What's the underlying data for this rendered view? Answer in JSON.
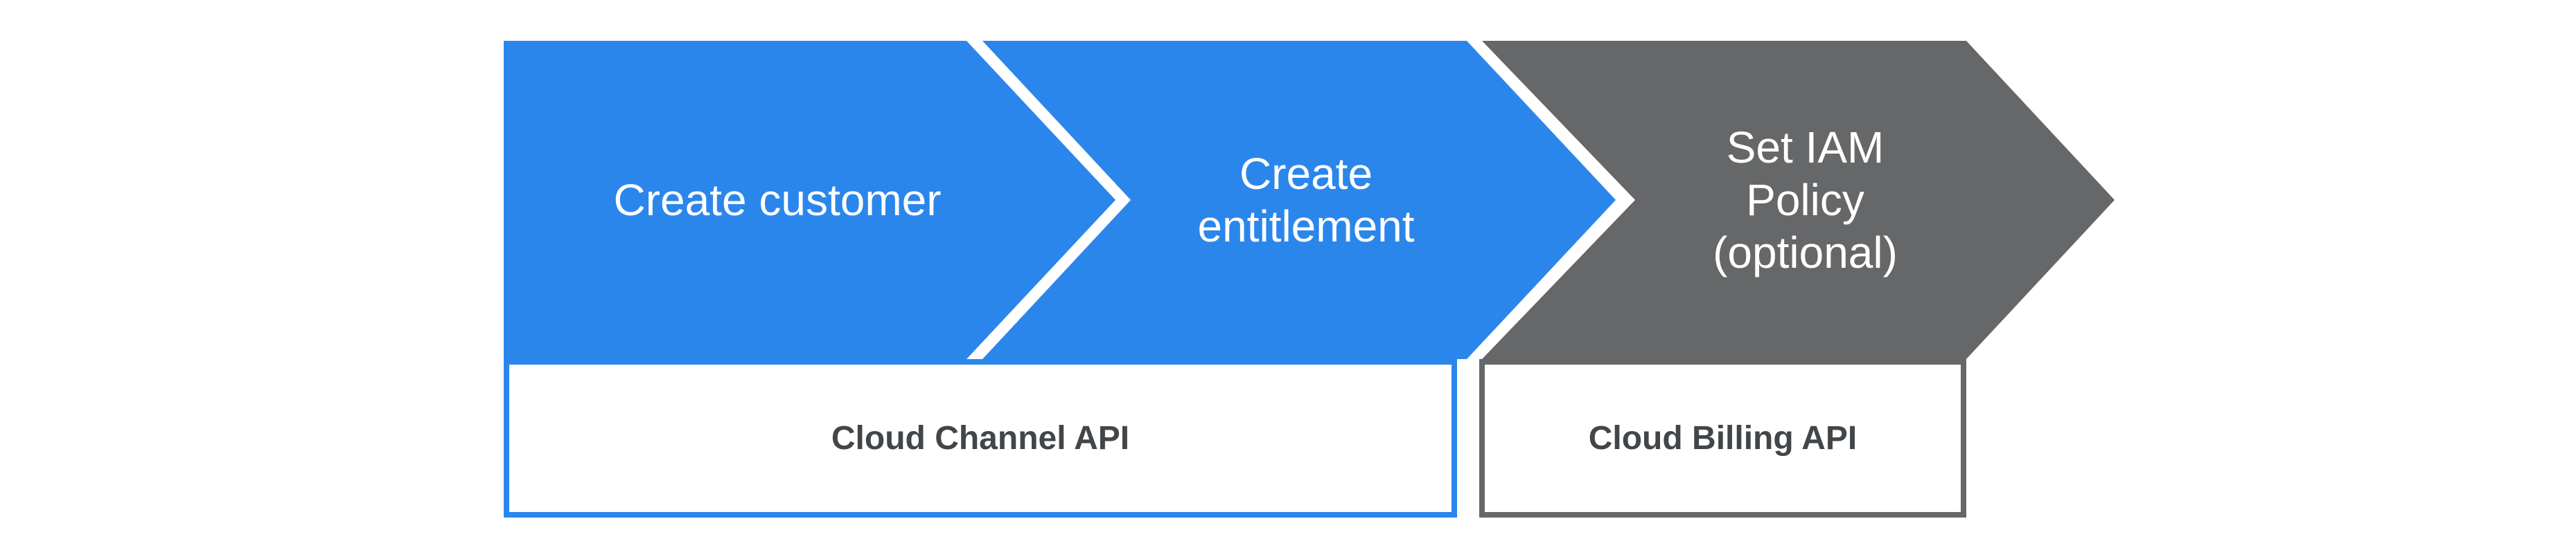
{
  "diagram": {
    "type": "process-flow",
    "steps": [
      {
        "id": "create-customer",
        "lines": [
          "Create customer"
        ],
        "fill_color": "#2b86ec",
        "text_color": "#ffffff"
      },
      {
        "id": "create-entitlement",
        "lines": [
          "Create",
          "entitlement"
        ],
        "fill_color": "#2b86ec",
        "text_color": "#ffffff"
      },
      {
        "id": "set-iam-policy",
        "lines": [
          "Set IAM",
          "Policy",
          "(optional)"
        ],
        "fill_color": "#666769",
        "text_color": "#ffffff"
      }
    ],
    "api_groups": [
      {
        "id": "cloud-channel-api",
        "label": "Cloud Channel API",
        "border_color": "#2b86ec",
        "covers_steps": [
          "create-customer",
          "create-entitlement"
        ]
      },
      {
        "id": "cloud-billing-api",
        "label": "Cloud Billing API",
        "border_color": "#666769",
        "covers_steps": [
          "set-iam-policy"
        ]
      }
    ]
  }
}
